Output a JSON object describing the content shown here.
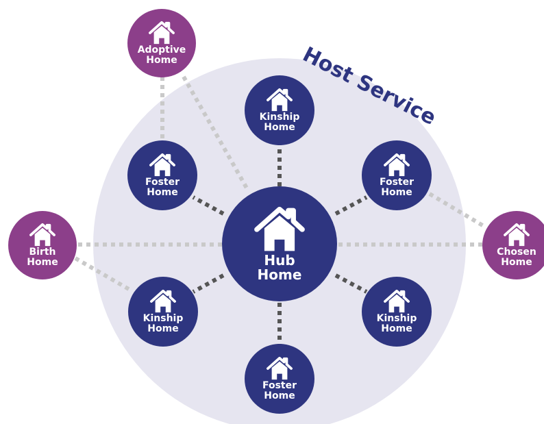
{
  "title": "Host Service",
  "colors": {
    "navy": "#2e3580",
    "purple": "#8c3f8a",
    "circle_bg": "#e6e5f0",
    "link_dark": "#555555",
    "link_light": "#c9c9c9"
  },
  "hub": {
    "line1": "Hub",
    "line2": "Home",
    "icon": "house-icon"
  },
  "inner_nodes": [
    {
      "line1": "Kinship",
      "line2": "Home",
      "icon": "house-icon"
    },
    {
      "line1": "Foster",
      "line2": "Home",
      "icon": "house-icon"
    },
    {
      "line1": "Kinship",
      "line2": "Home",
      "icon": "house-icon"
    },
    {
      "line1": "Foster",
      "line2": "Home",
      "icon": "house-icon"
    },
    {
      "line1": "Kinship",
      "line2": "Home",
      "icon": "house-icon"
    },
    {
      "line1": "Foster",
      "line2": "Home",
      "icon": "house-icon"
    }
  ],
  "outer_nodes": [
    {
      "line1": "Adoptive",
      "line2": "Home",
      "icon": "house-icon"
    },
    {
      "line1": "Birth",
      "line2": "Home",
      "icon": "house-icon"
    },
    {
      "line1": "Chosen",
      "line2": "Home",
      "icon": "house-icon"
    }
  ]
}
